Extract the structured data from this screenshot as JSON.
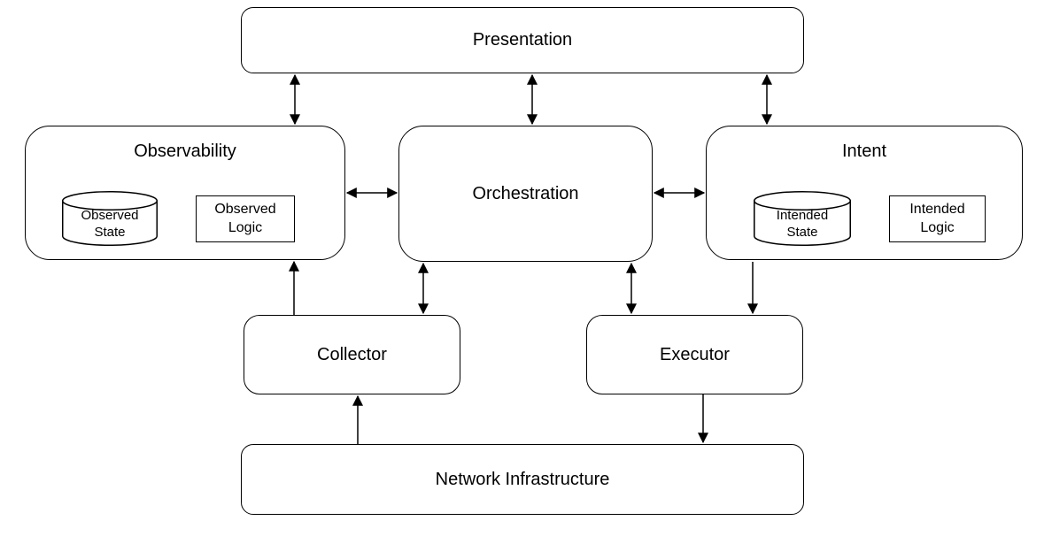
{
  "colors": {
    "stroke": "#000000",
    "fill": "#ffffff",
    "text": "#000000"
  },
  "nodes": {
    "presentation": {
      "label": "Presentation"
    },
    "observability": {
      "label": "Observability"
    },
    "observed_state": {
      "label": "Observed\nState"
    },
    "observed_logic": {
      "label": "Observed\nLogic"
    },
    "orchestration": {
      "label": "Orchestration"
    },
    "intent": {
      "label": "Intent"
    },
    "intended_state": {
      "label": "Intended\nState"
    },
    "intended_logic": {
      "label": "Intended\nLogic"
    },
    "collector": {
      "label": "Collector"
    },
    "executor": {
      "label": "Executor"
    },
    "network_infrastructure": {
      "label": "Network Infrastructure"
    }
  },
  "edges": [
    {
      "id": "e1",
      "from": "presentation",
      "to": "observability",
      "bidirectional": true
    },
    {
      "id": "e2",
      "from": "presentation",
      "to": "orchestration",
      "bidirectional": true
    },
    {
      "id": "e3",
      "from": "presentation",
      "to": "intent",
      "bidirectional": true
    },
    {
      "id": "e4",
      "from": "observability",
      "to": "orchestration",
      "bidirectional": true
    },
    {
      "id": "e5",
      "from": "orchestration",
      "to": "intent",
      "bidirectional": true
    },
    {
      "id": "e6",
      "from": "collector",
      "to": "observability",
      "bidirectional": false
    },
    {
      "id": "e7",
      "from": "orchestration",
      "to": "collector",
      "bidirectional": true
    },
    {
      "id": "e8",
      "from": "orchestration",
      "to": "executor",
      "bidirectional": true
    },
    {
      "id": "e9",
      "from": "intent",
      "to": "executor",
      "bidirectional": false
    },
    {
      "id": "e10",
      "from": "network_infrastructure",
      "to": "collector",
      "bidirectional": false
    },
    {
      "id": "e11",
      "from": "executor",
      "to": "network_infrastructure",
      "bidirectional": false
    }
  ]
}
